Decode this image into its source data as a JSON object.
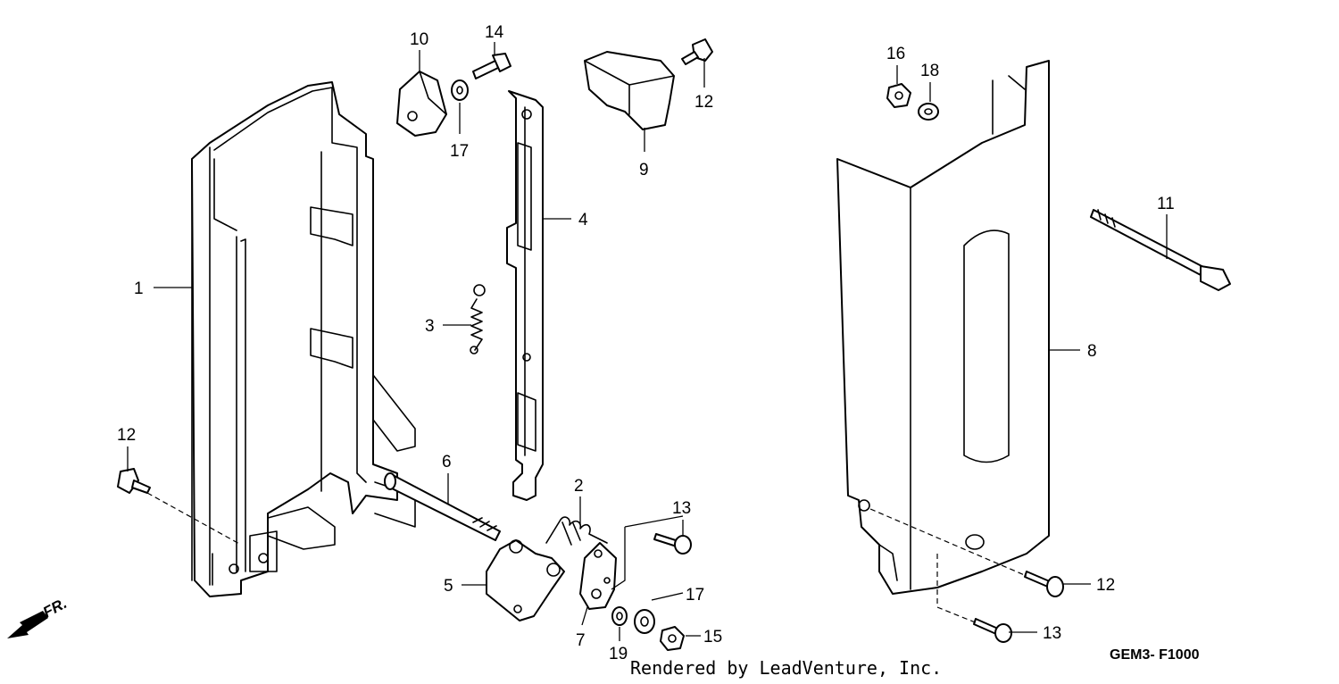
{
  "callouts": {
    "c1": "1",
    "c2": "2",
    "c3": "3",
    "c4": "4",
    "c5": "5",
    "c6": "6",
    "c7": "7",
    "c8": "8",
    "c9": "9",
    "c10": "10",
    "c11": "11",
    "c12a": "12",
    "c12b": "12",
    "c12c": "12",
    "c13a": "13",
    "c13b": "13",
    "c14": "14",
    "c15": "15",
    "c16": "16",
    "c17a": "17",
    "c17b": "17",
    "c18": "18",
    "c19": "19"
  },
  "direction_label": "FR.",
  "diagram_code": "GEM3- F1000",
  "credit": "Rendered by LeadVenture, Inc."
}
